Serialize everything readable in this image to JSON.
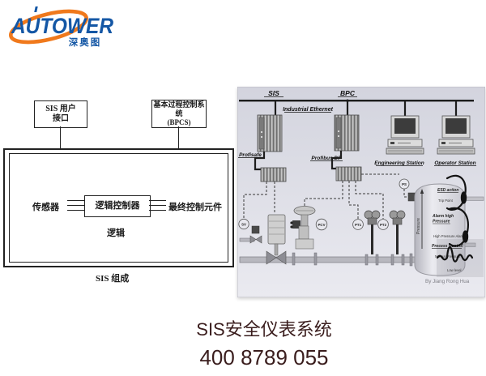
{
  "logo": {
    "brand": "AUTOWER",
    "brand_cn": "深奥图",
    "brand_color": "#1457a5",
    "swoosh_color": "#f0791c"
  },
  "left_diagram": {
    "box_user": {
      "line1": "SIS 用户",
      "line2": "接口"
    },
    "box_bpcs": {
      "line1": "基本过程控制系统",
      "line2": "(BPCS)"
    },
    "sensor": "传感器",
    "controller": "逻辑控制器",
    "final_element": "最终控制元件",
    "logic": "逻辑",
    "caption": "SIS 组成"
  },
  "right_diagram": {
    "background_color": "#d8d8e1",
    "labels": {
      "sis": "SIS",
      "bpc": "BPC",
      "ethernet": "Industrial Ethernet",
      "profisafe": "Profisafe",
      "profibus": "Profibus DP",
      "engineering_station": "Engineering Station",
      "operator_station": "Operator Station"
    },
    "tags": {
      "sv": "SV",
      "pcv": "PCV",
      "pt1": "PT1",
      "pt2": "PT2",
      "ps": "PS"
    },
    "vessel": {
      "esd_action": "ESD action",
      "trip_point": "Trip Point",
      "alarm_high_line1": "Alarm high",
      "alarm_high_line2": "Pressure",
      "high_pressure_alarm": "High Pressure Alarm",
      "process_control": "Process Control",
      "normal_pressure": "Normal Pressure",
      "low_level": "Low level",
      "pressure_axis": "Pressure"
    },
    "credit": "By Jiang Rong Hua"
  },
  "footer": {
    "title": "SIS安全仪表系统",
    "phone": "400 8789 055",
    "text_color": "#3a1d1d"
  }
}
